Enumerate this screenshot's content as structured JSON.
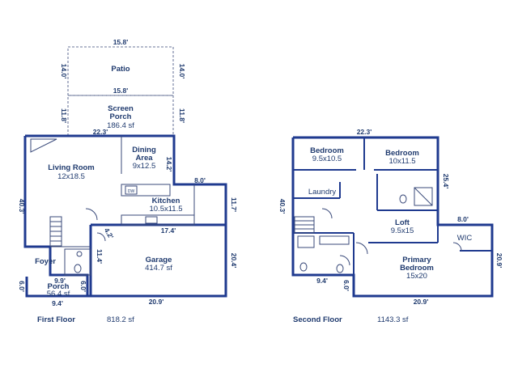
{
  "first_floor": {
    "title": "First Floor",
    "area": "818.2 sf",
    "rooms": {
      "patio": {
        "name": "Patio"
      },
      "screen_porch": {
        "name_line1": "Screen",
        "name_line2": "Porch",
        "size": "186.4 sf"
      },
      "dining": {
        "name_line1": "Dining",
        "name_line2": "Area",
        "size": "9x12.5"
      },
      "living": {
        "name": "Living Room",
        "size": "12x18.5"
      },
      "kitchen": {
        "name": "Kitchen",
        "size": "10.5x11.5"
      },
      "garage": {
        "name": "Garage",
        "size": "414.7 sf"
      },
      "foyer": {
        "name": "Foyer"
      },
      "porch": {
        "name": "Porch",
        "size": "56.4 sf"
      }
    },
    "appliances": {
      "dw": "DW"
    },
    "dims": {
      "patio_top": "15.8'",
      "patio_left": "14.0'",
      "patio_right": "14.0'",
      "patio_bottom": "15.8'",
      "sp_left": "11.8'",
      "sp_right": "11.8'",
      "house_top": "22.3'",
      "dining_side": "14.2'",
      "step": "8.0'",
      "kitchen_side": "11.7'",
      "left_side": "40.3'",
      "garage_top": "17.4'",
      "garage_right": "20.4'",
      "garage_bottom": "20.9'",
      "angle": "4.2'",
      "foyer_side": "11.4'",
      "porch_top": "9.9'",
      "porch_left": "6.0'",
      "porch_right": "6.0'",
      "porch_bottom": "9.4'"
    }
  },
  "second_floor": {
    "title": "Second Floor",
    "area": "1143.3 sf",
    "rooms": {
      "bed1": {
        "name": "Bedroom",
        "size": "9.5x10.5"
      },
      "bed2": {
        "name": "Bedroom",
        "size": "10x11.5"
      },
      "laundry": {
        "name": "Laundry"
      },
      "loft": {
        "name": "Loft",
        "size": "9.5x15"
      },
      "wic": {
        "name": "WIC"
      },
      "primary": {
        "name_line1": "Primary",
        "name_line2": "Bedroom",
        "size": "15x20"
      }
    },
    "dims": {
      "top": "22.3'",
      "left": "40.3'",
      "bath_side": "25.4'",
      "step": "8.0'",
      "right": "20.9'",
      "bath_bottom": "9.4'",
      "step_side": "6.0'",
      "bottom": "20.9'"
    }
  },
  "colors": {
    "wall": "#1f3a8f",
    "text": "#1f3a6e"
  }
}
